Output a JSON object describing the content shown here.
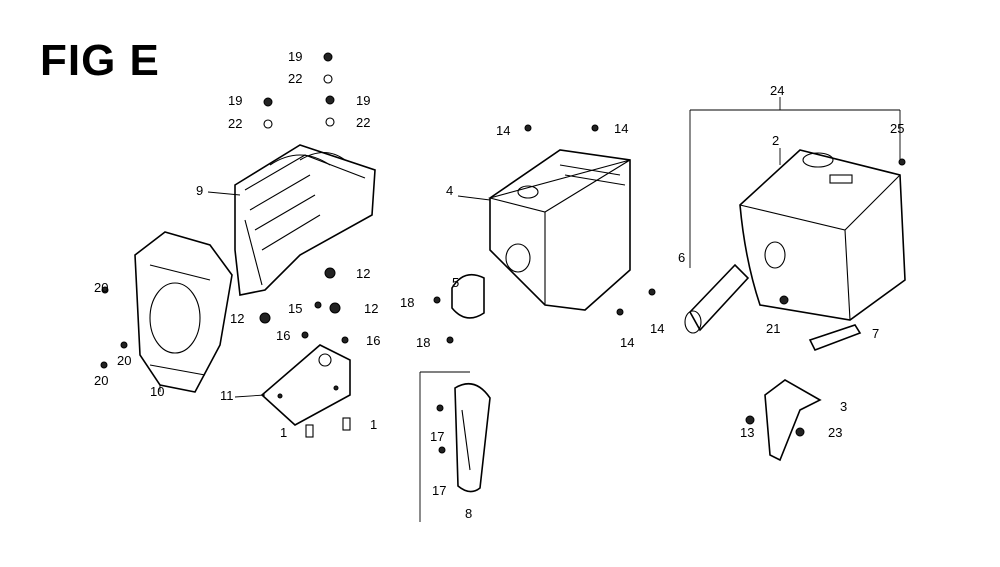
{
  "figure_title": "FIG E",
  "part_labels": [
    "19",
    "22",
    "19",
    "22",
    "19",
    "22",
    "9",
    "20",
    "20",
    "20",
    "10",
    "12",
    "15",
    "12",
    "12",
    "16",
    "16",
    "11",
    "1",
    "1",
    "14",
    "14",
    "4",
    "5",
    "18",
    "18",
    "14",
    "14",
    "24",
    "2",
    "25",
    "6",
    "21",
    "7",
    "3",
    "13",
    "23",
    "17",
    "17",
    "8"
  ]
}
